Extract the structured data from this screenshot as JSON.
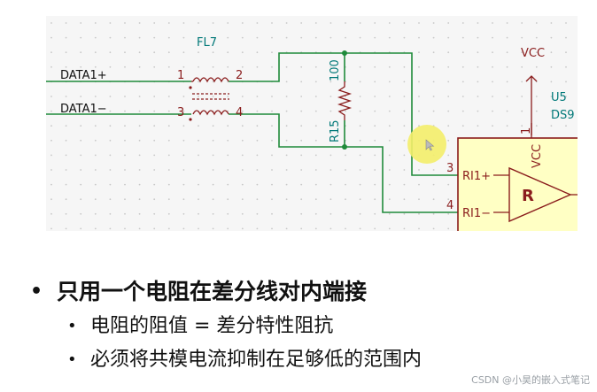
{
  "schematic": {
    "ferrite": {
      "ref": "FL7",
      "pin1": "1",
      "pin2": "2",
      "pin3": "3",
      "pin4": "4"
    },
    "nets": {
      "data_pos": "DATA1+",
      "data_neg": "DATA1−"
    },
    "resistor": {
      "ref": "R15",
      "value": "100"
    },
    "power": {
      "label": "VCC"
    },
    "ic": {
      "ref": "U5",
      "part": "DS9",
      "pin1": "1",
      "pin_vcc": "VCC",
      "pin3": "3",
      "pin3_name": "RI1+",
      "pin4": "4",
      "pin4_name": "RI1−",
      "symbol": "R"
    }
  },
  "bullets": {
    "main": "只用一个电阻在差分线对内端接",
    "sub1": "电阻的阻值 = 差分特性阻抗",
    "sub2": "必须将共模电流抑制在足够低的范围内"
  },
  "watermark": "CSDN @小昊的嵌入式笔记",
  "colors": {
    "wire": "#1f8a3a",
    "symbol": "#8a1c1c",
    "ic_fill": "#ffffc4",
    "ref_text": "#007878",
    "grid_dot": "#c8c8c8",
    "highlight": "#f4ee6a"
  }
}
